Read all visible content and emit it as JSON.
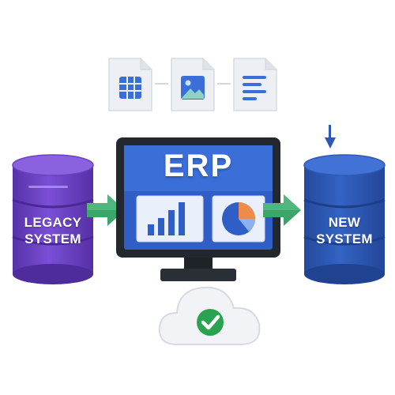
{
  "main_system": {
    "title": "ERP"
  },
  "legacy": {
    "label_line1": "LEGACY",
    "label_line2": "SYSTEM"
  },
  "target": {
    "label_line1": "NEW",
    "label_line2": "SYSTEM"
  },
  "documents": [
    {
      "icon": "spreadsheet-icon"
    },
    {
      "icon": "image-icon"
    },
    {
      "icon": "text-document-icon"
    }
  ],
  "colors": {
    "legacy": "#6a3fc4",
    "target": "#2d58b4",
    "screen": "#2f5fc6",
    "arrow": "#3ca56a",
    "check": "#29a34d"
  }
}
